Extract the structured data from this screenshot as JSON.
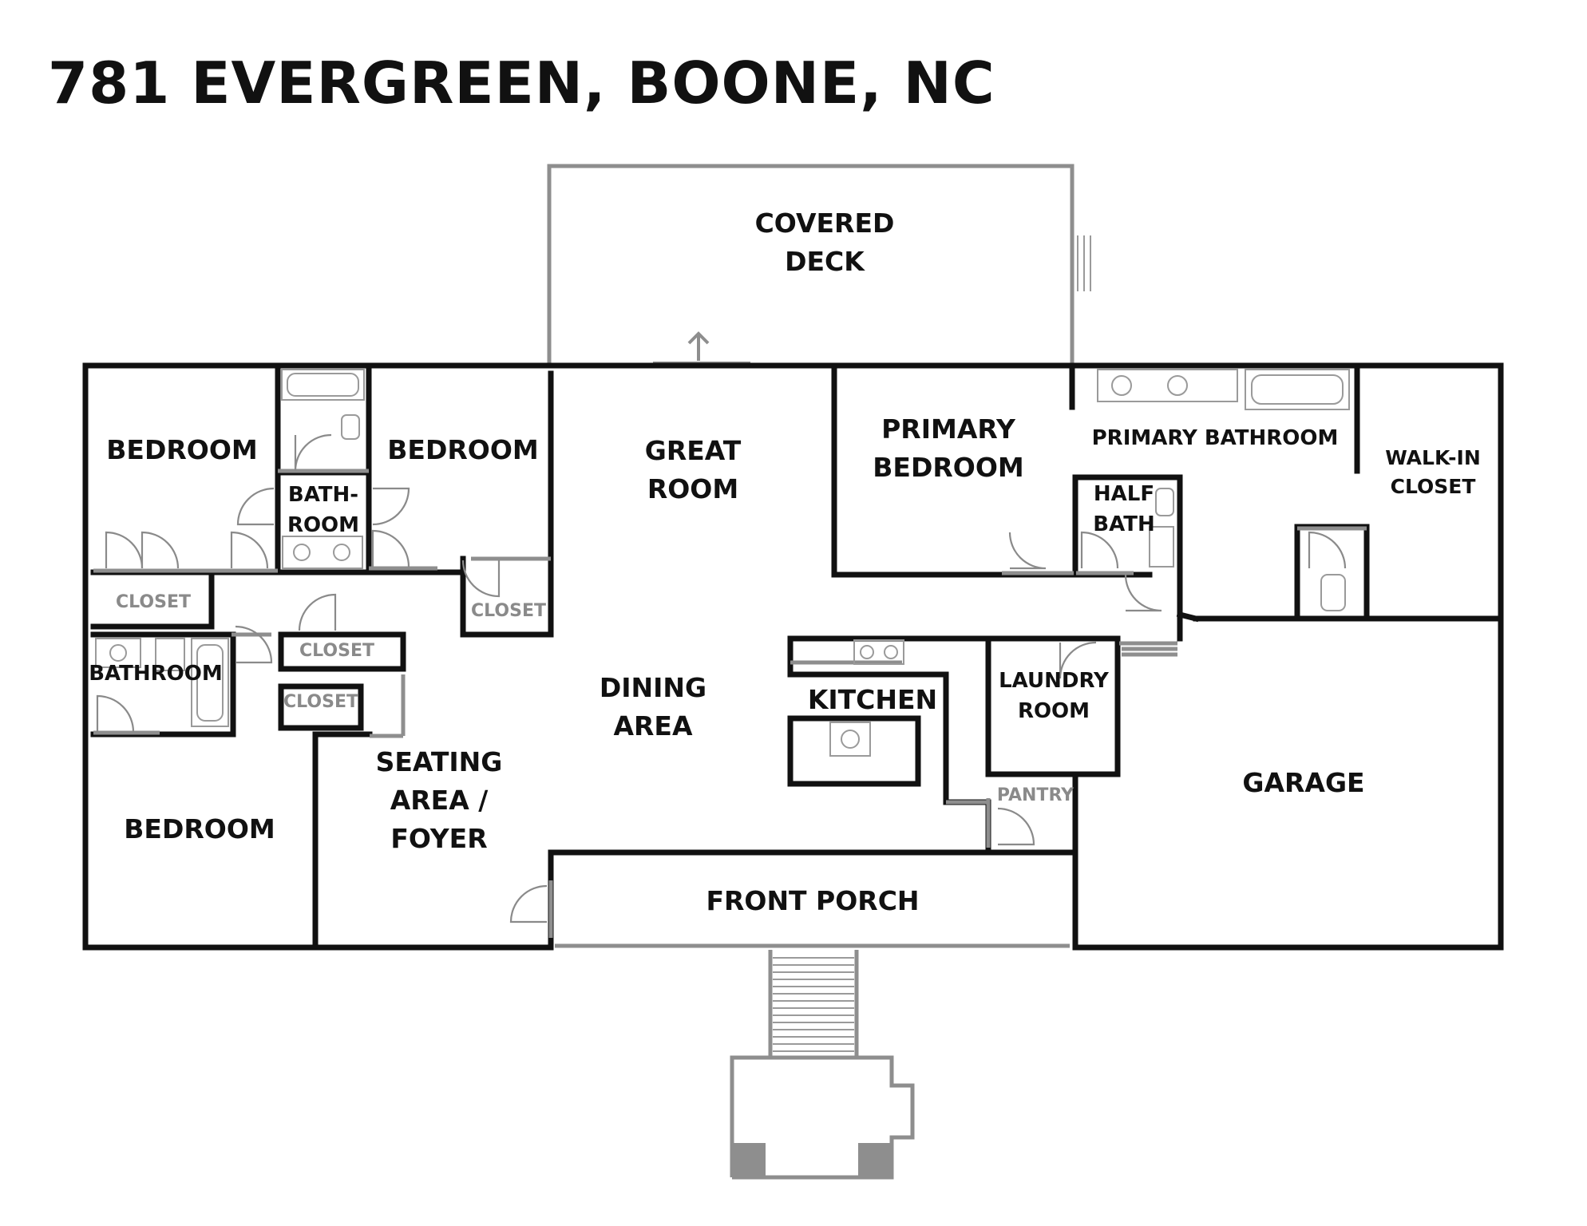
{
  "title": "781 EVERGREEN, BOONE, NC",
  "rooms": {
    "covered_deck": [
      "COVERED",
      "DECK"
    ],
    "bedroom_nw": [
      "BEDROOM"
    ],
    "bathroom_small": [
      "BATH-",
      "ROOM"
    ],
    "bedroom_n2": [
      "BEDROOM"
    ],
    "great_room": [
      "GREAT",
      "ROOM"
    ],
    "primary_bedroom": [
      "PRIMARY",
      "BEDROOM"
    ],
    "primary_bathroom": [
      "PRIMARY BATHROOM"
    ],
    "walk_in_closet": [
      "WALK-IN",
      "CLOSET"
    ],
    "half_bath": [
      "HALF",
      "BATH"
    ],
    "bathroom_w": [
      "BATHROOM"
    ],
    "dining_area": [
      "DINING",
      "AREA"
    ],
    "kitchen": [
      "KITCHEN"
    ],
    "laundry_room": [
      "LAUNDRY",
      "ROOM"
    ],
    "garage": [
      "GARAGE"
    ],
    "bedroom_sw": [
      "BEDROOM"
    ],
    "seating_area_foyer": [
      "SEATING",
      "AREA /",
      "FOYER"
    ],
    "front_porch": [
      "FRONT PORCH"
    ]
  },
  "closets": {
    "closet_w": "CLOSET",
    "closet_hall": "CLOSET",
    "closet_center_1": "CLOSET",
    "closet_center_2": "CLOSET",
    "pantry": "PANTRY"
  }
}
